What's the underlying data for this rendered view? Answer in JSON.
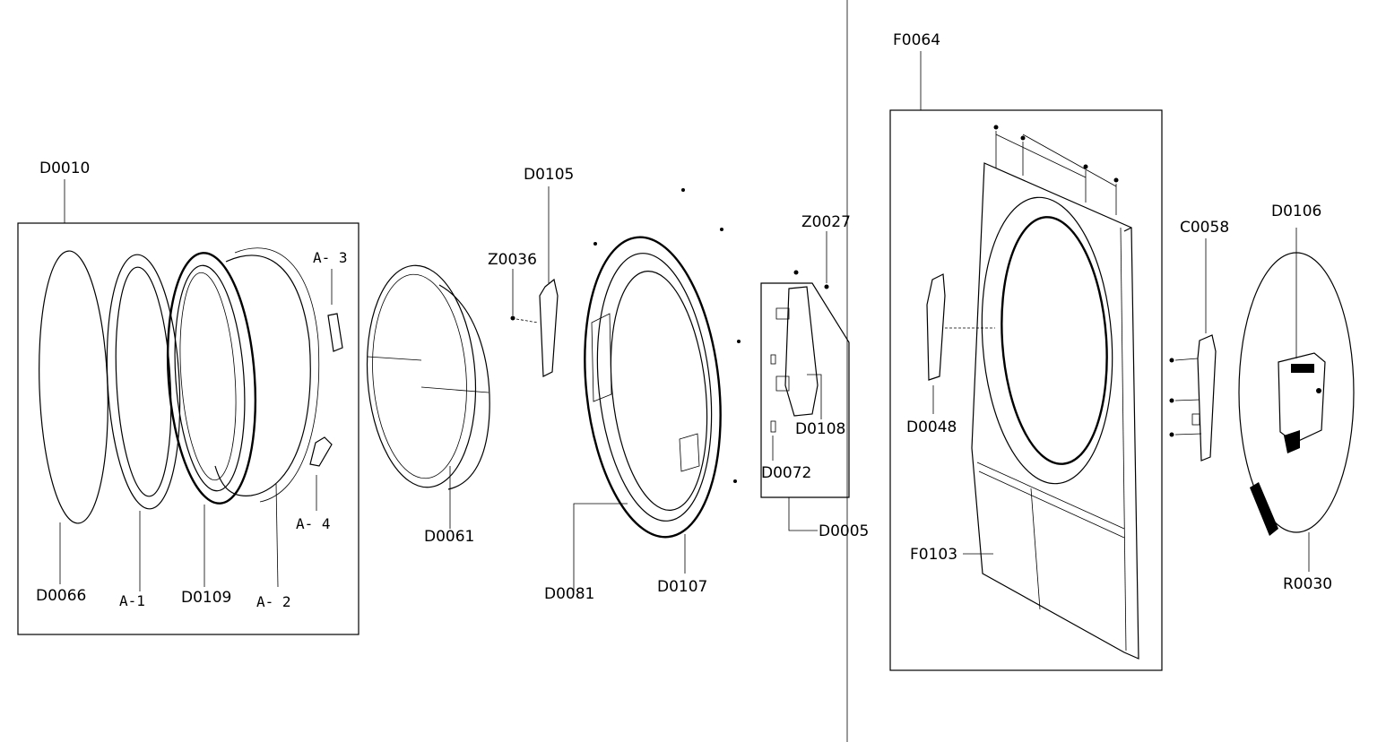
{
  "diagram": {
    "type": "exploded-parts-diagram",
    "labels": {
      "D0010": "D0010",
      "D0066": "D0066",
      "A1": "A-1",
      "D0109": "D0109",
      "A2": "A- 2",
      "A3": "A- 3",
      "A4": "A- 4",
      "D0061": "D0061",
      "D0105": "D0105",
      "Z0036": "Z0036",
      "D0081": "D0081",
      "D0107": "D0107",
      "Z0027": "Z0027",
      "D0108": "D0108",
      "D0072": "D0072",
      "D0005": "D0005",
      "F0064": "F0064",
      "D0048": "D0048",
      "F0103": "F0103",
      "C0058": "C0058",
      "D0106": "D0106",
      "R0030": "R0030"
    }
  }
}
